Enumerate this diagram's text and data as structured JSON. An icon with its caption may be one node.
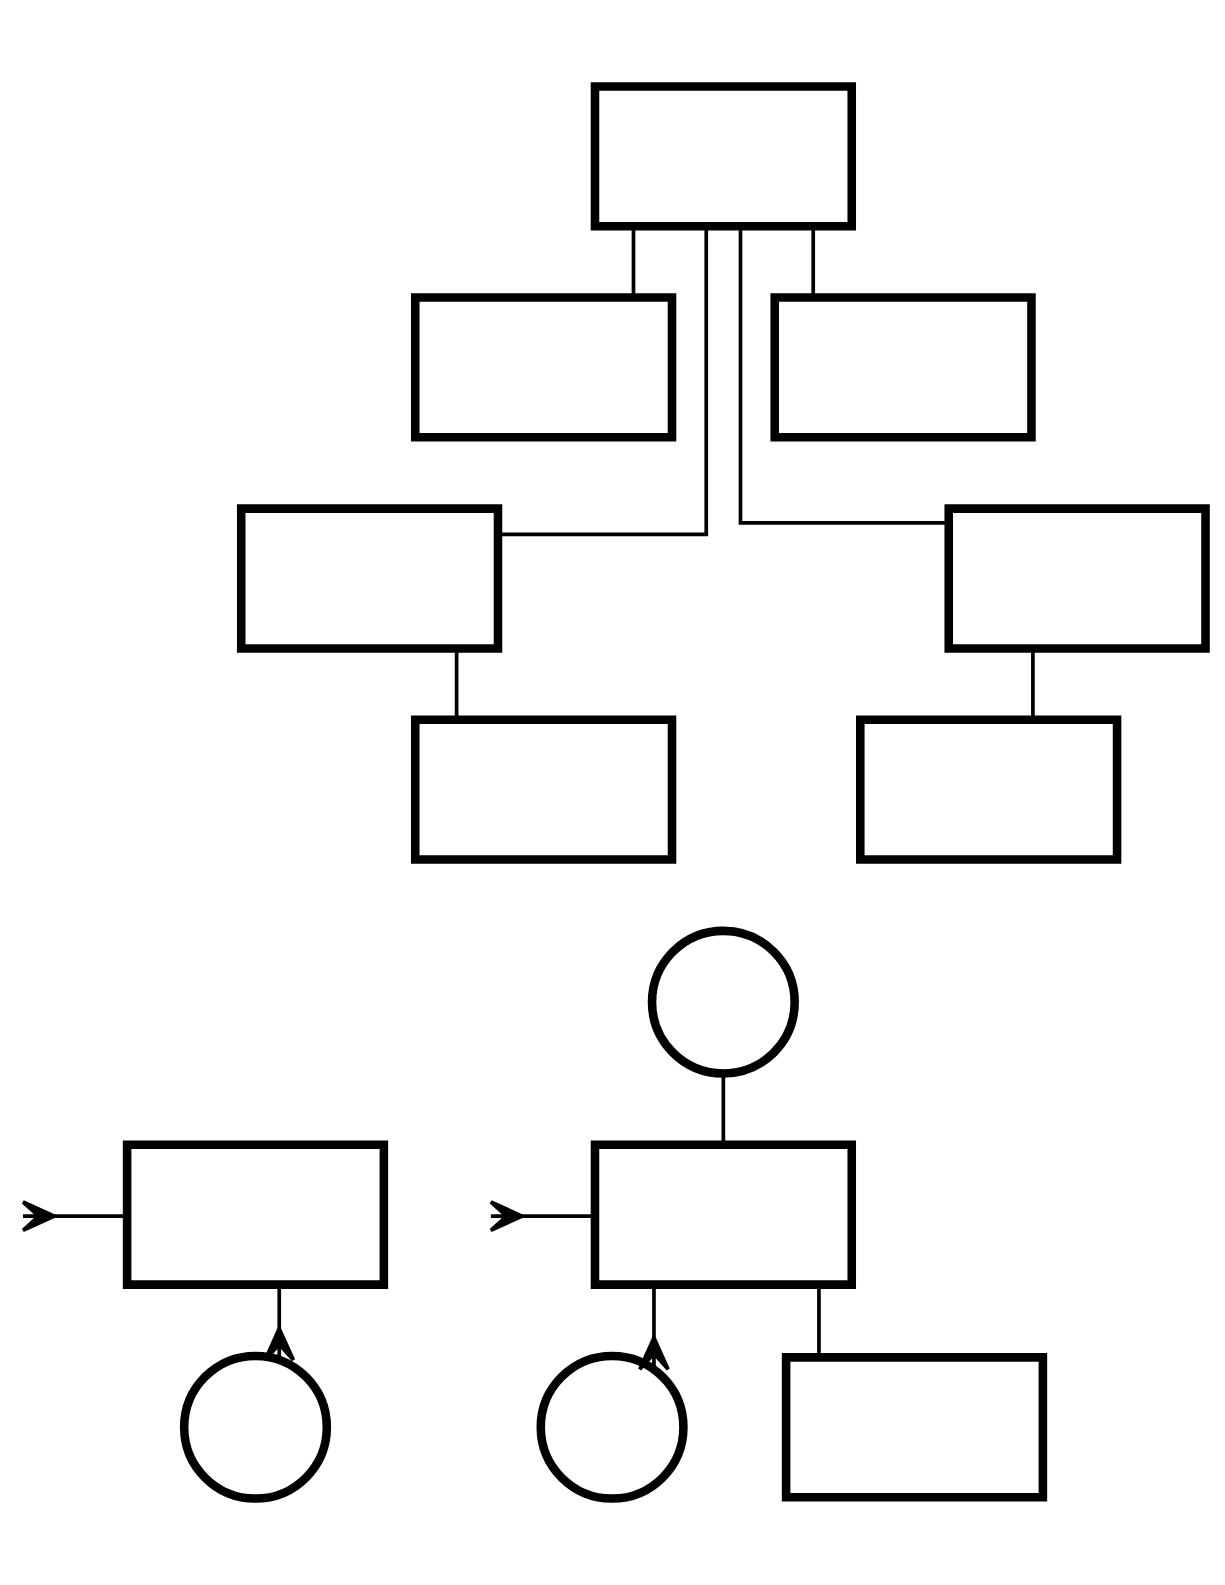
{
  "diagram": {
    "nodes": [
      {
        "text": [],
        "shape": "box"
      },
      {
        "text": [],
        "shape": "box"
      },
      {
        "text": [],
        "shape": "box"
      },
      {
        "text": [],
        "shape": "box"
      },
      {
        "text": [],
        "shape": "box"
      },
      {
        "text": [],
        "shape": "box"
      },
      {
        "text": [],
        "shape": "box"
      },
      {
        "text": [],
        "shape": "circle"
      },
      {
        "text": [],
        "shape": "box"
      },
      {
        "text": [],
        "shape": "box"
      },
      {
        "text": [],
        "shape": "circle"
      },
      {
        "text": [],
        "shape": "box"
      },
      {
        "text": [],
        "shape": "circle"
      }
    ],
    "edges": [
      {
        "from": 0,
        "to": 3,
        "arrow": "none"
      },
      {
        "from": 0,
        "to": 1,
        "arrow": "none"
      },
      {
        "from": 0,
        "to": 2,
        "arrow": "none"
      },
      {
        "from": 0,
        "to": 4,
        "arrow": "none"
      },
      {
        "from": 3,
        "to": 5,
        "arrow": "none"
      },
      {
        "from": 4,
        "to": 6,
        "arrow": "none"
      },
      {
        "from": null,
        "to": 8,
        "arrow": "other"
      },
      {
        "from": 10,
        "to": 8,
        "arrow": "other"
      },
      {
        "from": 7,
        "to": 9,
        "arrow": "none"
      },
      {
        "from": null,
        "to": 9,
        "arrow": "other"
      },
      {
        "from": 12,
        "to": 9,
        "arrow": "other"
      },
      {
        "from": 9,
        "to": 11,
        "arrow": "none"
      }
    ]
  }
}
